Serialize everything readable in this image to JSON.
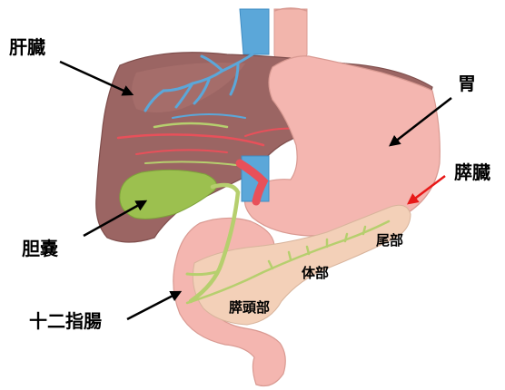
{
  "labels": {
    "liver": "肝臓",
    "stomach": "胃",
    "pancreas": "膵臓",
    "gallbladder": "胆嚢",
    "duodenum": "十二指腸",
    "pancreas_tail": "尾部",
    "pancreas_body": "体部",
    "pancreas_head": "膵頭部"
  },
  "colors": {
    "liver": "#9b6563",
    "stomach": "#f4b6b0",
    "pancreas": "#f3d0b8",
    "gallbladder": "#9cc04f",
    "bile_duct": "#b6cf6e",
    "portal_vein": "#5ba7d9",
    "artery": "#e8505a",
    "aorta": "#f2b5ac",
    "label_text": "#000000",
    "pointer_arrow": "#000000",
    "pancreas_arrow": "#e81818"
  }
}
